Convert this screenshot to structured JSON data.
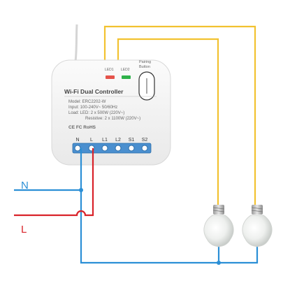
{
  "device": {
    "title": "Wi-Fi Dual Controller",
    "led1": "LED1",
    "led2": "LED2",
    "pairing_line1": "Pairing",
    "pairing_line2": "Button",
    "model": "Model: ERC2202-W",
    "input": "Input: 100-240V~ 50/60Hz",
    "load_led": "Load: LED: 2 x 500W (220V~)",
    "load_res": "Resistive: 2 x 1100W (220V~)",
    "cert": "CE FC RoHS",
    "terminals": [
      "N",
      "L",
      "L1",
      "L2",
      "S1",
      "S2"
    ]
  },
  "labels": {
    "neutral": "N",
    "live": "L"
  },
  "colors": {
    "neutral_wire": "#2b8fd6",
    "live_wire": "#d9232a",
    "load_wire": "#f2c230",
    "terminal": "#3a86c8",
    "led1": "#e5534b",
    "led2": "#2fb24a"
  }
}
